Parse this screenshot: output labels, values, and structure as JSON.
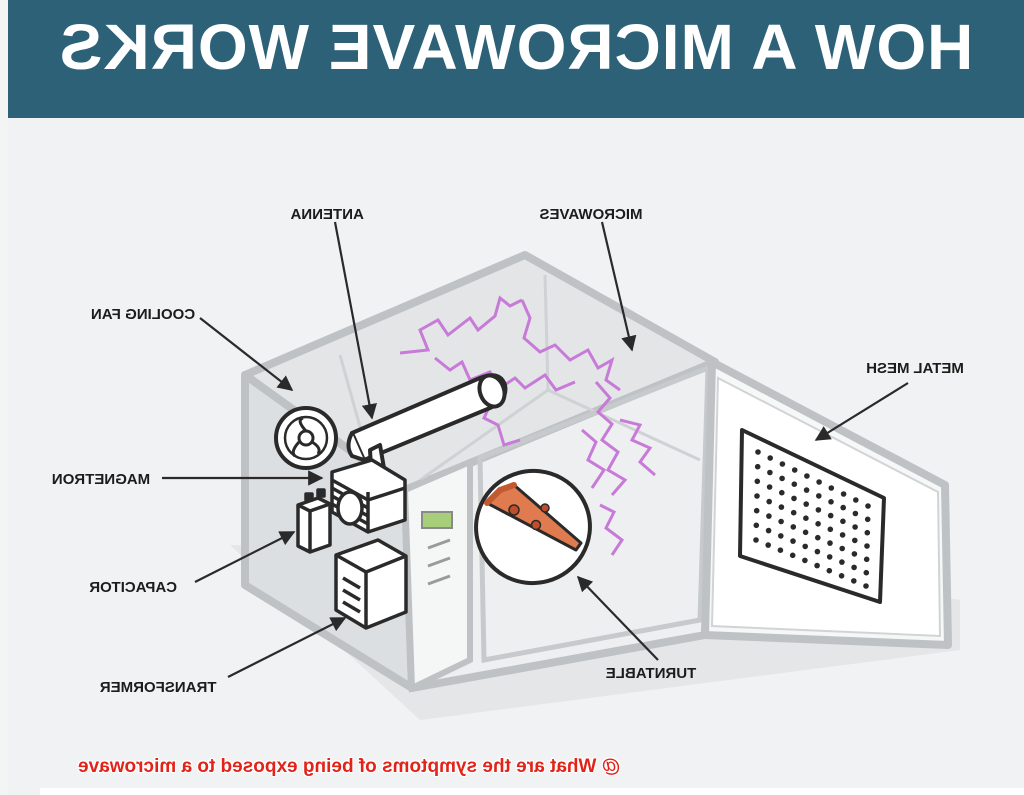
{
  "header": {
    "title": "HOW A MICROWAVE WORKS"
  },
  "labels": {
    "antenna": "ANTENNA",
    "microwaves": "MICROWAVES",
    "cooling_fan": "COOLING FAN",
    "metal_mesh": "METAL MESH",
    "magnetron": "MAGNETRON",
    "capacitor": "CAPACITOR",
    "transformer": "TRANSFORMER",
    "turntable": "TURNTABLE"
  },
  "caption": {
    "text": "@ What are the symptoms of being exposed to a microwave"
  },
  "colors": {
    "banner": "#2c6178",
    "outline": "#2a2a2a",
    "wave": "#c77ad8",
    "caption": "#e2231a",
    "pizza": "#e07a4f"
  },
  "icons": [
    "fan-icon",
    "pizza-icon",
    "wave-icon"
  ]
}
